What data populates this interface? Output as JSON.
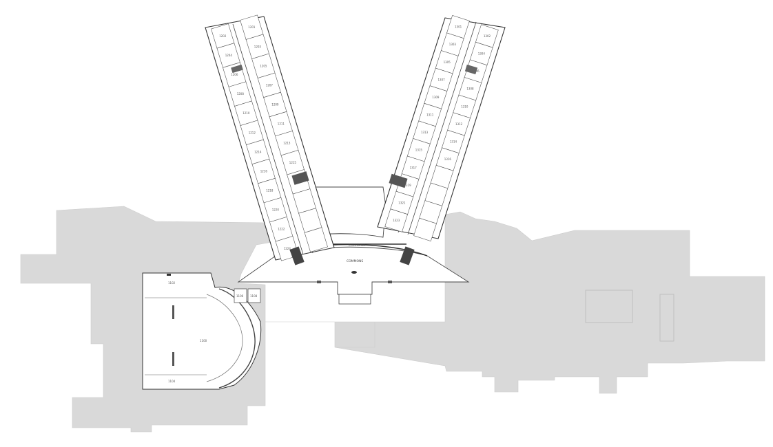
{
  "colors": {
    "background": "#ffffff",
    "unmapped_area": "#d9d9d9",
    "unmapped_outline": "#c8c8c8",
    "floor": "#ffffff",
    "wall": "#333333",
    "stair": "#555555"
  },
  "map": {
    "west_wing_rooms": [
      "1202",
      "1204",
      "1206",
      "1208",
      "1210",
      "1212",
      "1214",
      "1216",
      "1218",
      "1220",
      "1222",
      "1224",
      "1201",
      "1203",
      "1205",
      "1207",
      "1209",
      "1211",
      "1213",
      "1215"
    ],
    "east_wing_rooms": [
      "1301",
      "1303",
      "1305",
      "1307",
      "1309",
      "1311",
      "1313",
      "1315",
      "1317",
      "1319",
      "1321",
      "1323",
      "1302",
      "1304",
      "1306",
      "1308",
      "1310",
      "1312",
      "1314",
      "1316"
    ],
    "hall_labels": [
      "CORRIDOR",
      "COMMONS"
    ],
    "auditorium_labels": [
      "1100",
      "1102",
      "1104",
      "1106",
      "1108"
    ]
  }
}
